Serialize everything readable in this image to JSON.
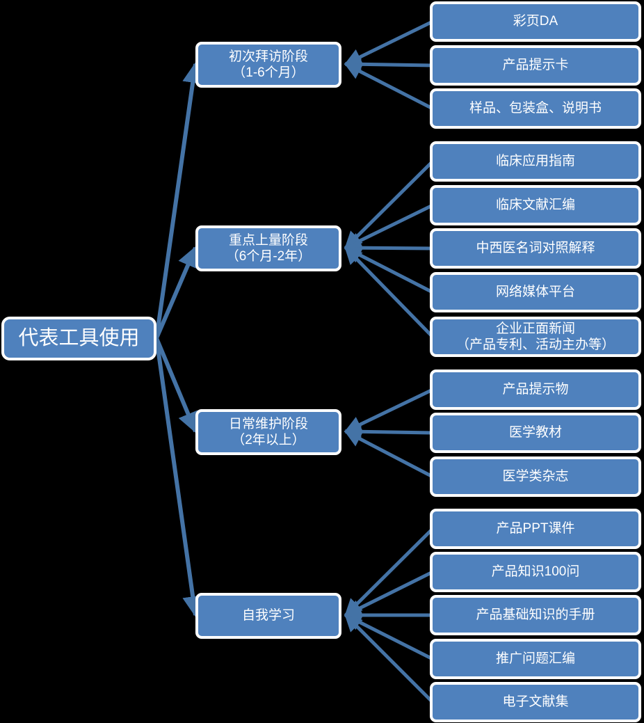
{
  "diagram": {
    "title": "代表工具使用",
    "type": "horizontal-hierarchy",
    "colors": {
      "node_fill": "#4f81bd",
      "node_border": "#ffffff",
      "connector": "#4473a6",
      "background": "#000000",
      "text": "#ffffff"
    },
    "root": {
      "label": "代表工具使用"
    },
    "branches": [
      {
        "stage_label": "初次拜访阶段\n（1-6个月）",
        "stage_title": "初次拜访阶段",
        "stage_duration": "（1-6个月）",
        "tools": [
          "彩页DA",
          "产品提示卡",
          "样品、包装盒、说明书"
        ]
      },
      {
        "stage_label": "重点上量阶段\n（6个月-2年）",
        "stage_title": "重点上量阶段",
        "stage_duration": "（6个月-2年）",
        "tools": [
          "临床应用指南",
          "临床文献汇编",
          "中西医名词对照解释",
          "网络媒体平台",
          "企业正面新闻\n（产品专利、活动主办等）"
        ]
      },
      {
        "stage_label": "日常维护阶段\n（2年以上）",
        "stage_title": "日常维护阶段",
        "stage_duration": "（2年以上）",
        "tools": [
          "产品提示物",
          "医学教材",
          "医学类杂志"
        ]
      },
      {
        "stage_label": "自我学习",
        "stage_title": "自我学习",
        "stage_duration": "",
        "tools": [
          "产品PPT课件",
          "产品知识100问",
          "产品基础知识的手册",
          "推广问题汇编",
          "电子文献集"
        ]
      }
    ]
  }
}
